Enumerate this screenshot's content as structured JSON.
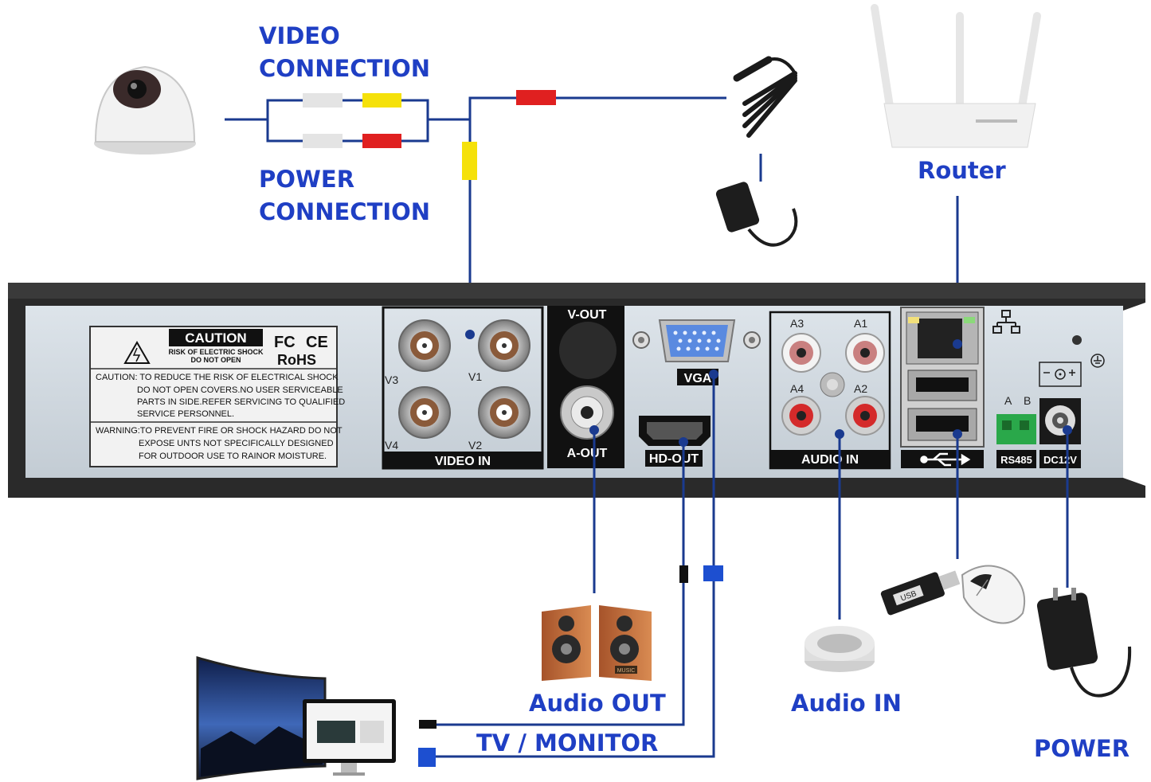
{
  "labels": {
    "video_connection": [
      "VIDEO",
      "CONNECTION"
    ],
    "power_connection": [
      "POWER",
      "CONNECTION"
    ],
    "router": "Router",
    "audio_out": "Audio OUT",
    "audio_in": "Audio IN",
    "tv_monitor": "TV / MONITOR",
    "power": "POWER"
  },
  "dvr": {
    "caution_title": "CAUTION",
    "caution_sub": [
      "RISK OF ELECTRIC SHOCK",
      "DO NOT OPEN"
    ],
    "certs": [
      "FC",
      "CE",
      "RoHS"
    ],
    "caution_text": [
      "CAUTION: TO REDUCE THE RISK OF ELECTRICAL SHOCK",
      "DO NOT OPEN COVERS.NO USER SERVICEABLE",
      "PARTS IN SIDE.REFER SERVICING TO QUALIFIED",
      "SERVICE PERSONNEL."
    ],
    "warning_text": [
      "WARNING:TO PREVENT FIRE OR SHOCK HAZARD DO NOT",
      "EXPOSE UNTS NOT SPECIFICALLY DESIGNED",
      "FOR OUTDOOR USE TO RAINOR MOISTURE."
    ],
    "video_ports": [
      "V3",
      "V1",
      "V4",
      "V2"
    ],
    "video_in": "VIDEO IN",
    "v_out": "V-OUT",
    "a_out": "A-OUT",
    "vga": "VGA",
    "hd_out": "HD-OUT",
    "audio_ports": [
      "A3",
      "A1",
      "A4",
      "A2"
    ],
    "audio_in": "AUDIO IN",
    "rs485_pins": [
      "A",
      "B"
    ],
    "rs485": "RS485",
    "dc12v": "DC12V"
  },
  "devices": {
    "speaker_badge": "MUSIC",
    "usb_stick_text": "USB"
  },
  "colors": {
    "label_blue": "#1f3fc4",
    "wire_blue": "#1a3a8f",
    "plug_red": "#e02020",
    "plug_yellow": "#f5e10a",
    "plug_white": "#e4e4e4",
    "terminal_green": "#2aa84a"
  }
}
